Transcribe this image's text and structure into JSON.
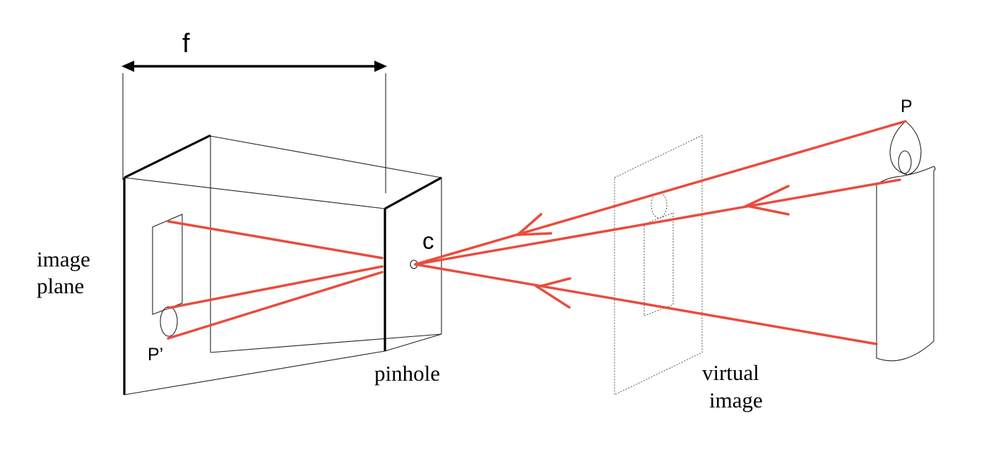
{
  "labels": {
    "focal_length": "f",
    "image_plane_line1": "image",
    "image_plane_line2": "plane",
    "point_image": "P’",
    "camera_center": "c",
    "pinhole": "pinhole",
    "point_object": "P",
    "virtual_image_line1": "virtual",
    "virtual_image_line2": "image"
  },
  "colors": {
    "ray": "#e94c3d",
    "line": "#000000"
  }
}
